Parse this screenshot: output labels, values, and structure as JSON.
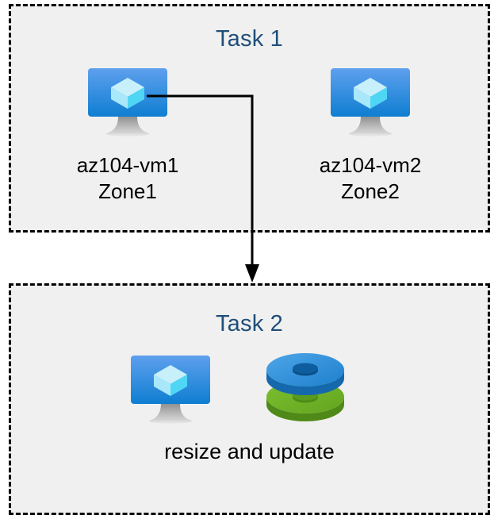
{
  "diagram": {
    "background_color": "#ffffff",
    "box_fill_color": "#f0f0f0",
    "box_border_color": "#000000",
    "title_color": "#1f4e79",
    "label_color": "#000000",
    "connector_color": "#000000"
  },
  "task1": {
    "title": "Task 1",
    "nodes": [
      {
        "icon": "virtual-machine-icon",
        "label_line1": "az104-vm1",
        "label_line2": "Zone1"
      },
      {
        "icon": "virtual-machine-icon",
        "label_line1": "az104-vm2",
        "label_line2": "Zone2"
      }
    ]
  },
  "task2": {
    "title": "Task 2",
    "icons": [
      {
        "icon": "virtual-machine-icon"
      },
      {
        "icon": "managed-disks-icon"
      }
    ],
    "caption": "resize and update"
  },
  "connector": {
    "from": "az104-vm1",
    "to": "Task 2",
    "arrow": "down-arrow"
  },
  "icon_colors": {
    "vm_screen_top": "#5ea0ee",
    "vm_screen_bottom": "#0f7ed1",
    "vm_cube_top": "#c8f0fb",
    "vm_cube_left": "#9fe5f8",
    "vm_cube_right": "#50d8f5",
    "vm_stand": "#b3b3b3",
    "disk_blue": "#2f8fd8",
    "disk_blue_dark": "#1b71bd",
    "disk_green": "#6fb22a",
    "disk_green_dark": "#55901c"
  }
}
